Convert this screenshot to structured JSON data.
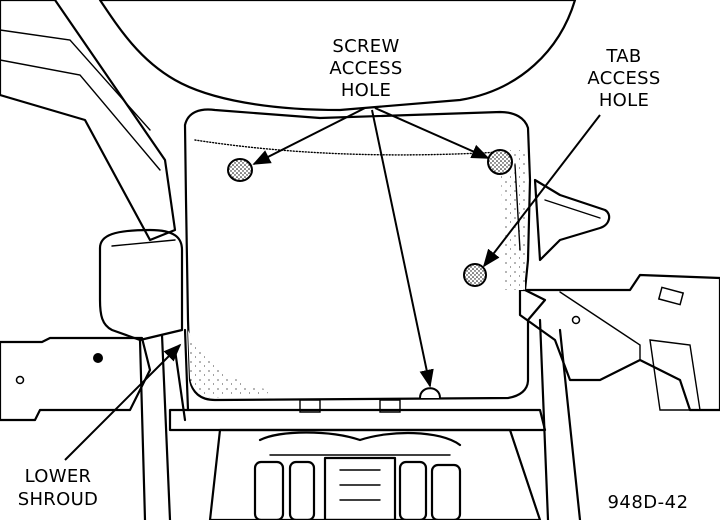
{
  "labels": {
    "screw_access_hole": [
      "SCREW",
      "ACCESS",
      "HOLE"
    ],
    "tab_access_hole": [
      "TAB",
      "ACCESS",
      "HOLE"
    ],
    "lower_shroud": [
      "LOWER",
      "SHROUD"
    ]
  },
  "figure_id": "948D-42"
}
